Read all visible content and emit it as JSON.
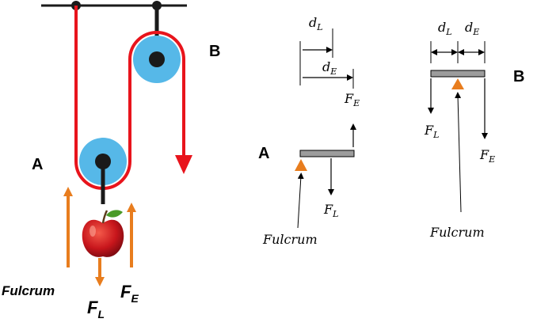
{
  "pulley_system": {
    "label_A": "A",
    "label_B": "B",
    "fulcrum": "Fulcrum",
    "force_load": {
      "symbol": "F",
      "subscript": "L"
    },
    "force_effort": {
      "symbol": "F",
      "subscript": "E"
    },
    "colors": {
      "rope": "#e8141c",
      "pulley": "#56b8e8",
      "arrow": "#e87d1e",
      "hub": "#1a1a1a"
    }
  },
  "lever_A": {
    "label": "A",
    "d_load": {
      "symbol": "d",
      "subscript": "L"
    },
    "d_effort": {
      "symbol": "d",
      "subscript": "E"
    },
    "force_effort": {
      "symbol": "F",
      "subscript": "E"
    },
    "force_load": {
      "symbol": "F",
      "subscript": "L"
    },
    "fulcrum": "Fulcrum"
  },
  "lever_B": {
    "label": "B",
    "d_load": {
      "symbol": "d",
      "subscript": "L"
    },
    "d_effort": {
      "symbol": "d",
      "subscript": "E"
    },
    "force_load": {
      "symbol": "F",
      "subscript": "L"
    },
    "force_effort": {
      "symbol": "F",
      "subscript": "E"
    },
    "fulcrum": "Fulcrum"
  }
}
